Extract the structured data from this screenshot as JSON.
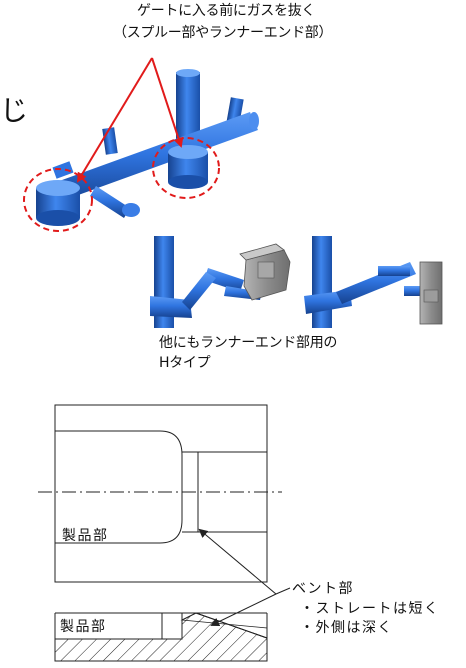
{
  "top_callout": {
    "line1": "ゲートに入る前にガスを抜く",
    "line2": "（スプルー部やランナーエンド部）"
  },
  "left_fragment": "じ",
  "h_type_note": {
    "line1": "他にもランナーエンド部用の",
    "line2": "Hタイプ"
  },
  "section_labels": {
    "product_upper": "製品部",
    "product_lower": "製品部"
  },
  "vent_note": {
    "title": "ベント部",
    "item1": "・ストレートは短く",
    "item2": "・外側は深く"
  },
  "colors": {
    "runner_blue": "#2f74e0",
    "runner_blue_dark": "#1a4fa8",
    "arrow_red": "#e11b1b",
    "vent_gray": "#8c8c8c"
  }
}
